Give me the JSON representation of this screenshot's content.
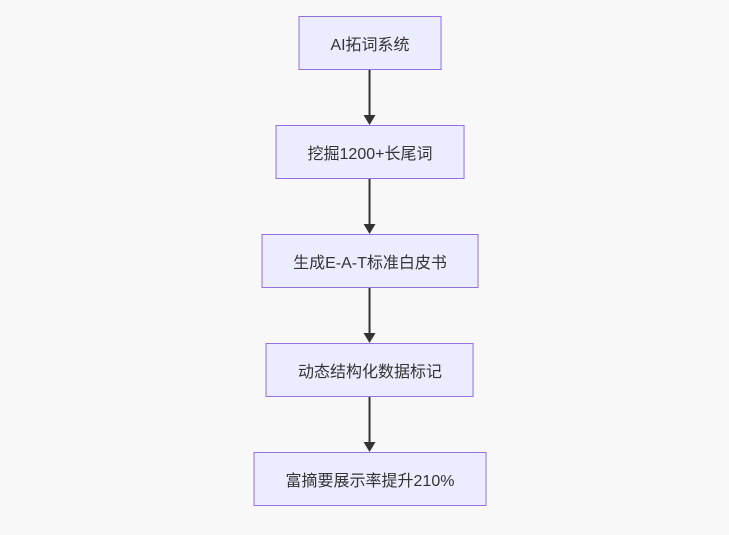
{
  "canvas": {
    "background": "#f8f8f8"
  },
  "theme": {
    "node_fill": "#ECECFF",
    "node_border": "#9370DB",
    "node_text_color": "#333333",
    "arrow_color": "#333333"
  },
  "flowchart": {
    "type": "flowchart",
    "direction": "top-down",
    "nodes": [
      {
        "label": "AI拓词系统"
      },
      {
        "label": "挖掘1200+长尾词"
      },
      {
        "label": "生成E-A-T标准白皮书"
      },
      {
        "label": "动态结构化数据标记"
      },
      {
        "label": "富摘要展示率提升210%"
      }
    ],
    "edges": [
      {
        "from": 0,
        "to": 1
      },
      {
        "from": 1,
        "to": 2
      },
      {
        "from": 2,
        "to": 3
      },
      {
        "from": 3,
        "to": 4
      }
    ]
  }
}
